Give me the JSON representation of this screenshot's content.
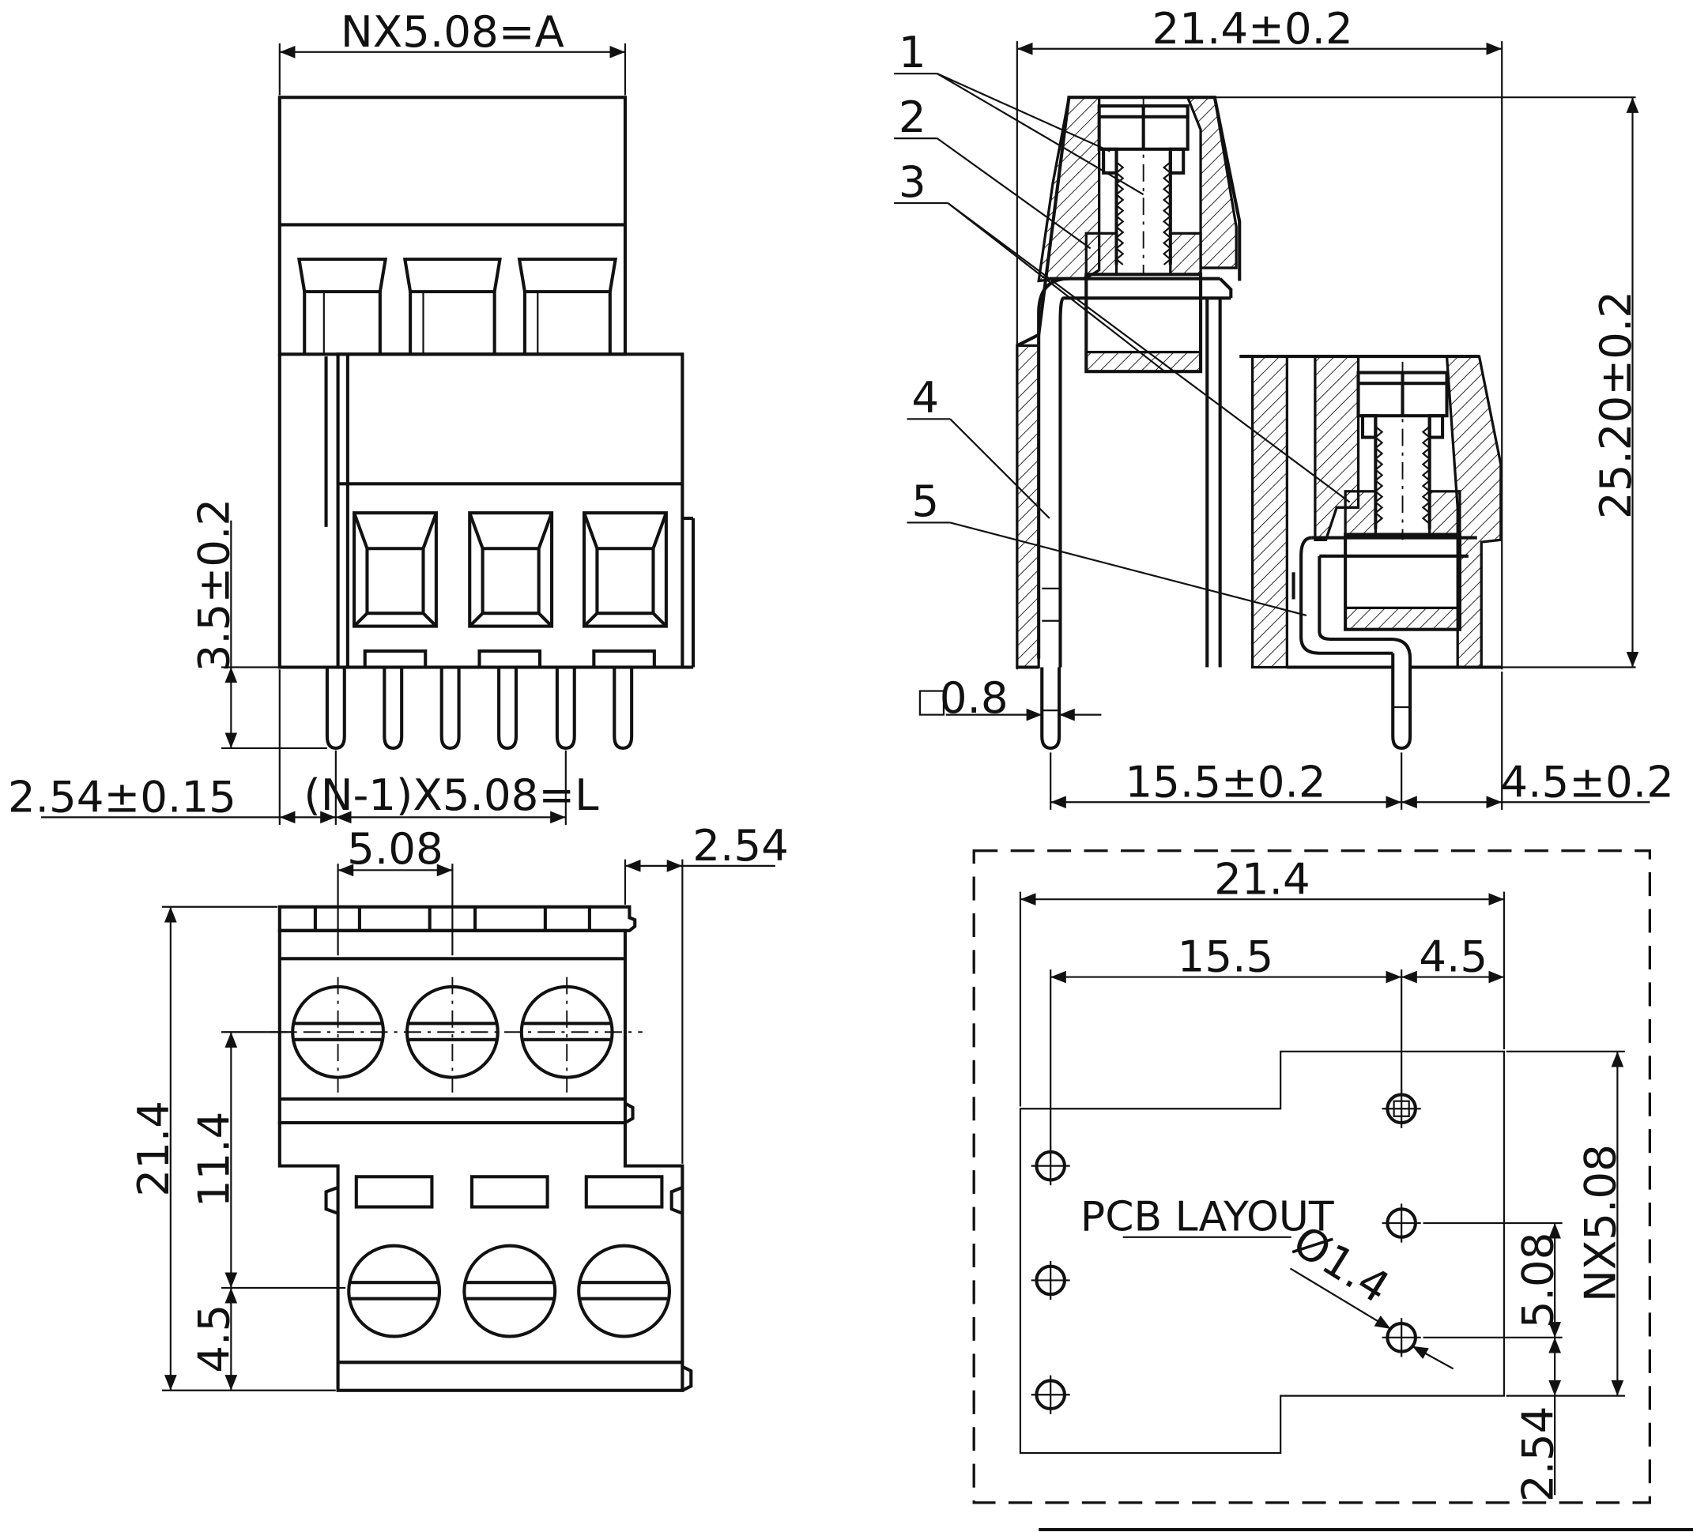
{
  "dimensions": {
    "top_width": "NX5.08=A",
    "pin_height": "3.5±0.2",
    "pin_offset": "2.54±0.15",
    "span_length": "(N-1)X5.08=L",
    "side_width": "21.4±0.2",
    "side_height": "25.20±0.2",
    "pin_square": "0.8",
    "side_pin_spacing": "15.5±0.2",
    "side_rear_offset": "4.5±0.2",
    "front_pitch": "5.08",
    "front_offset": "2.54",
    "front_height": "21.4",
    "front_screw_row": "11.4",
    "front_lower_row": "4.5",
    "pcb_width": "21.4",
    "pcb_span": "15.5",
    "pcb_rear": "4.5",
    "pcb_hole": "Ø1.4",
    "pcb_pitch": "5.08",
    "pcb_total": "NX5.08",
    "pcb_edge": "2.54"
  },
  "callouts": [
    "1",
    "2",
    "3",
    "4",
    "5"
  ],
  "pcb_title": "PCB LAYOUT",
  "colors": {
    "line": "#111111",
    "background": "#ffffff"
  }
}
